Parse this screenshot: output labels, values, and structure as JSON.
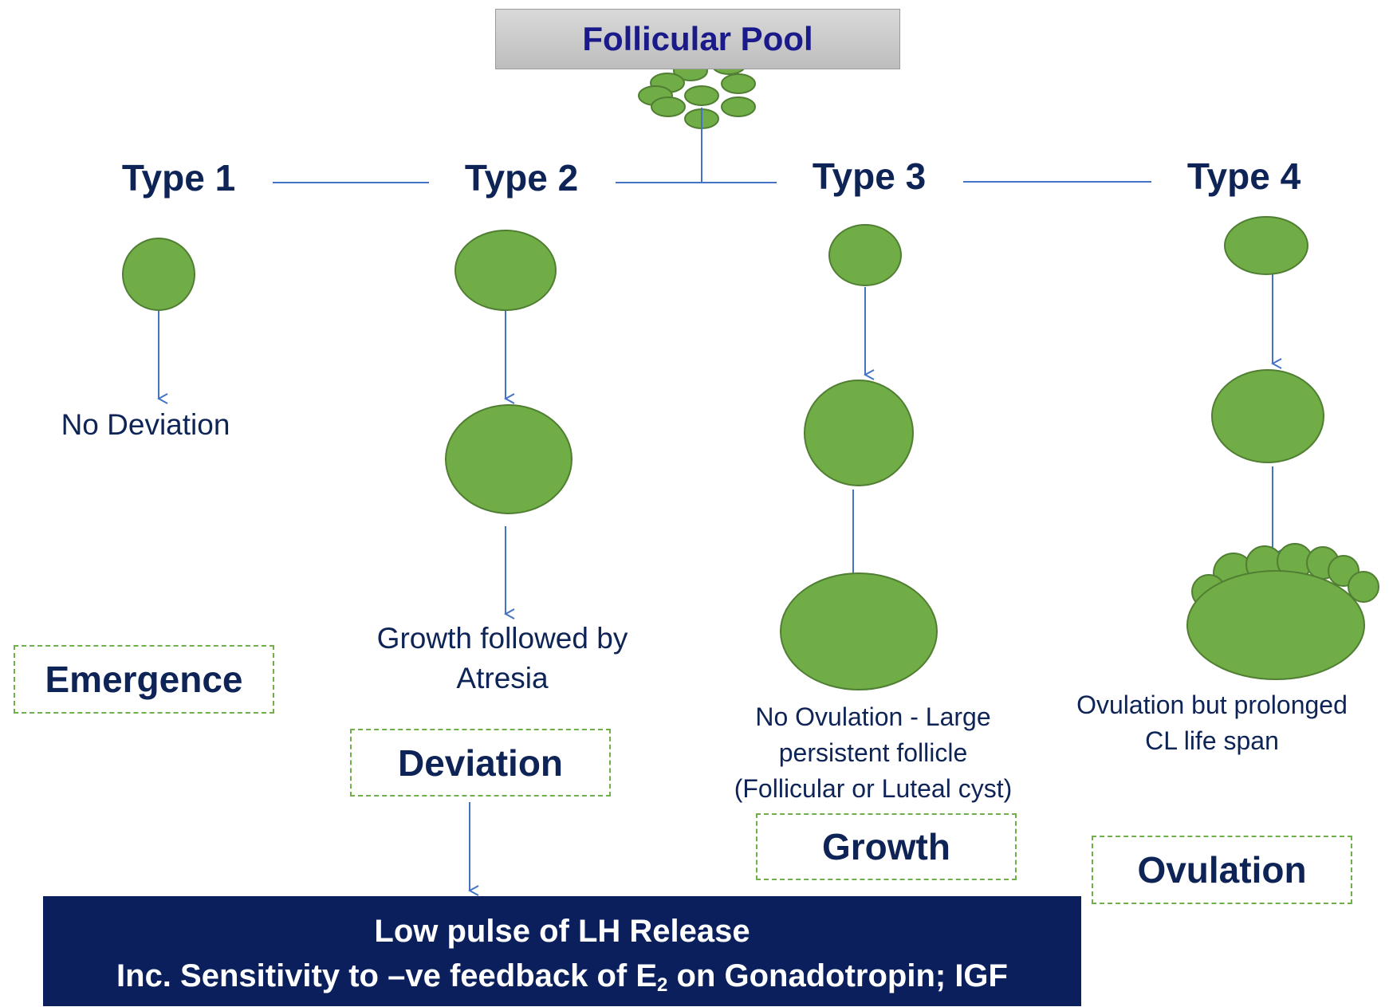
{
  "title": "Follicular Pool",
  "types": [
    {
      "label": "Type 1",
      "description": "No Deviation",
      "stage": "Emergence"
    },
    {
      "label": "Type 2",
      "description_lines": [
        "Growth followed by",
        "Atresia"
      ],
      "stage": "Deviation"
    },
    {
      "label": "Type 3",
      "description_lines": [
        "No Ovulation - Large",
        "persistent follicle",
        "(Follicular or Luteal cyst)"
      ],
      "stage": "Growth"
    },
    {
      "label": "Type 4",
      "description_lines": [
        "Ovulation but prolonged",
        "CL life span"
      ],
      "stage": "Ovulation"
    }
  ],
  "banner": {
    "line1": "Low pulse of LH Release",
    "line2_before": "Inc. Sensitivity to –ve feedback of E",
    "line2_sub": "2",
    "line2_after": " on Gonadotropin; IGF"
  },
  "colors": {
    "follicle_fill": "#70ad47",
    "follicle_stroke": "#507e32",
    "connector": "#4472c4",
    "heading_text": "#0f2456",
    "banner_bg": "#0a1f5c",
    "stage_border": "#6fb04a"
  }
}
